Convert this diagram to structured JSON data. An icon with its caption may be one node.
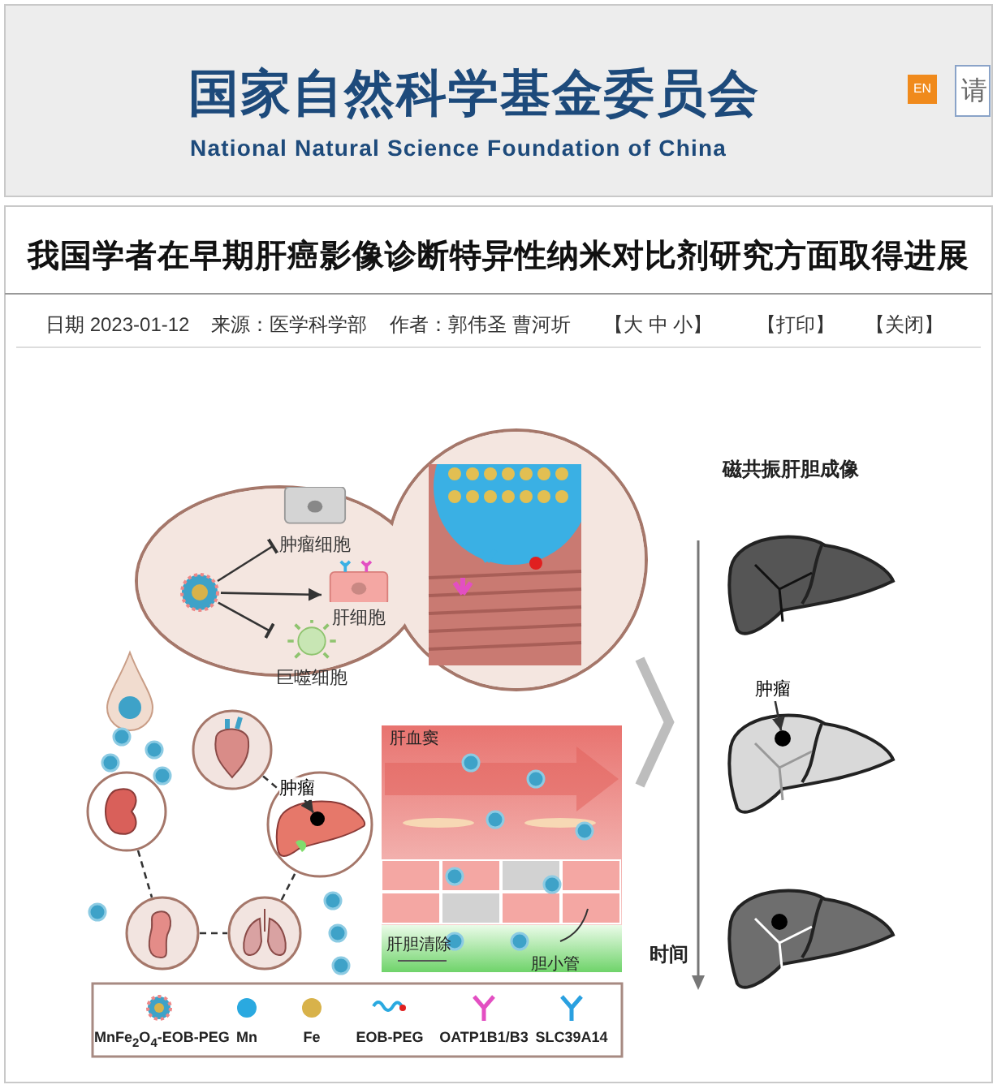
{
  "diagram": {
    "title": "我国学者在早期肝癌影像诊断特异性纳米对比剂研究方面取得进展",
    "nodes": [
      {
        "text": [],
        "shape": "picture"
      },
      {
        "text": [
          "肿瘤细胞"
        ]
      },
      {
        "text": [
          "肝细胞"
        ]
      },
      {
        "text": [
          "巨噬细胞"
        ]
      },
      {
        "text": [],
        "shape": "picture"
      },
      {
        "text": [],
        "shape": "picture"
      },
      {
        "text": [],
        "shape": "picture"
      },
      {
        "text": [
          "肿瘤"
        ],
        "in": 6
      },
      {
        "text": [],
        "shape": "circle",
        "in": 6
      },
      {
        "text": [],
        "shape": "picture"
      },
      {
        "text": [],
        "shape": "picture"
      },
      {
        "text": [
          "肿瘤"
        ]
      },
      {
        "text": [],
        "shape": "circle"
      }
    ],
    "edges": [
      {
        "from": 0,
        "to": 1,
        "arrow": "other"
      },
      {
        "from": 0,
        "to": 2,
        "arrow": "to"
      },
      {
        "from": 0,
        "to": 3,
        "arrow": "other"
      },
      {
        "from": 7,
        "to": 8,
        "arrow": "to"
      },
      {
        "from": 4,
        "to": 6,
        "arrow": "none",
        "style": "dashed"
      },
      {
        "from": 5,
        "to": 9,
        "arrow": "none",
        "style": "dashed"
      },
      {
        "from": 9,
        "to": 10,
        "arrow": "none",
        "style": "dashed"
      },
      {
        "from": 10,
        "to": 6,
        "arrow": "none",
        "style": "dashed"
      },
      {
        "from": 11,
        "to": 12,
        "arrow": "to"
      }
    ],
    "labels": [
      "国家自然科学基金委员会",
      "National Natural Science Foundation of China",
      "EN",
      "请",
      "日期 2023-01-12",
      "来源：医学科学部",
      "作者：郭伟圣 曹河圻",
      "【大 中 小】",
      "【打印】",
      "【关闭】",
      "磁共振肝胆成像",
      "肝血窦",
      "肝胆清除",
      "胆小管",
      "时间"
    ],
    "legend": [
      {
        "text": "MnFe$_{2}$O$_{4}$-EOB-PEG"
      },
      {
        "text": "Mn",
        "color": "#2aa9e0"
      },
      {
        "text": "Fe",
        "color": "#d8b24a"
      },
      {
        "text": "EOB-PEG"
      },
      {
        "text": "OATP1B1/B3"
      },
      {
        "text": "SLC39A14"
      }
    ]
  }
}
